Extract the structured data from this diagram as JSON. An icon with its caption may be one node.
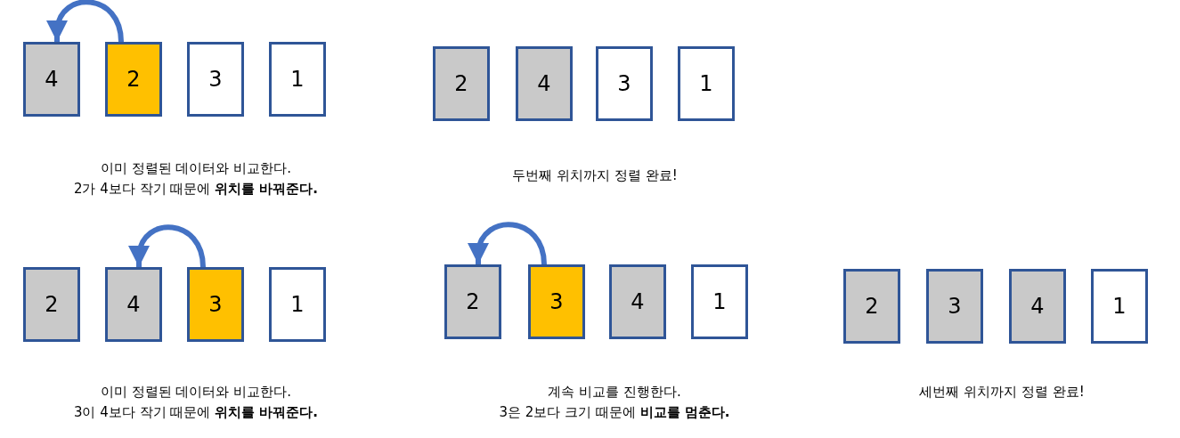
{
  "diagram": {
    "nodes": [
      {
        "text": [
          "4"
        ]
      },
      {
        "text": [
          "2"
        ]
      },
      {
        "text": [
          "3"
        ]
      },
      {
        "text": [
          "1"
        ]
      },
      {
        "text": [
          "2"
        ]
      },
      {
        "text": [
          "4"
        ]
      },
      {
        "text": [
          "3"
        ]
      },
      {
        "text": [
          "1"
        ]
      },
      {
        "text": [
          "2"
        ]
      },
      {
        "text": [
          "4"
        ]
      },
      {
        "text": [
          "3"
        ]
      },
      {
        "text": [
          "1"
        ]
      },
      {
        "text": [
          "2"
        ]
      },
      {
        "text": [
          "3"
        ]
      },
      {
        "text": [
          "4"
        ]
      },
      {
        "text": [
          "1"
        ]
      },
      {
        "text": [
          "2"
        ]
      },
      {
        "text": [
          "3"
        ]
      },
      {
        "text": [
          "4"
        ]
      },
      {
        "text": [
          "1"
        ]
      }
    ],
    "edges": [
      {
        "from": 1,
        "to": 0,
        "arrow": "to"
      },
      {
        "from": 10,
        "to": 9,
        "arrow": "to"
      },
      {
        "from": 13,
        "to": 12,
        "arrow": "to"
      }
    ],
    "labels": [
      "이미 정렬된 데이터와 비교한다.",
      "2가 4보다 작기 때문에 **위치를 바꿔준다.**",
      "두번째 위치까지 정렬 완료!",
      "이미 정렬된 데이터와 비교한다.",
      "3이 4보다 작기 때문에 **위치를 바꿔준다.**",
      "계속 비교를 진행한다.",
      "3은 2보다 크기 때문에 **비교를 멈춘다.**",
      "세번째 위치까지 정렬 완료!"
    ]
  }
}
